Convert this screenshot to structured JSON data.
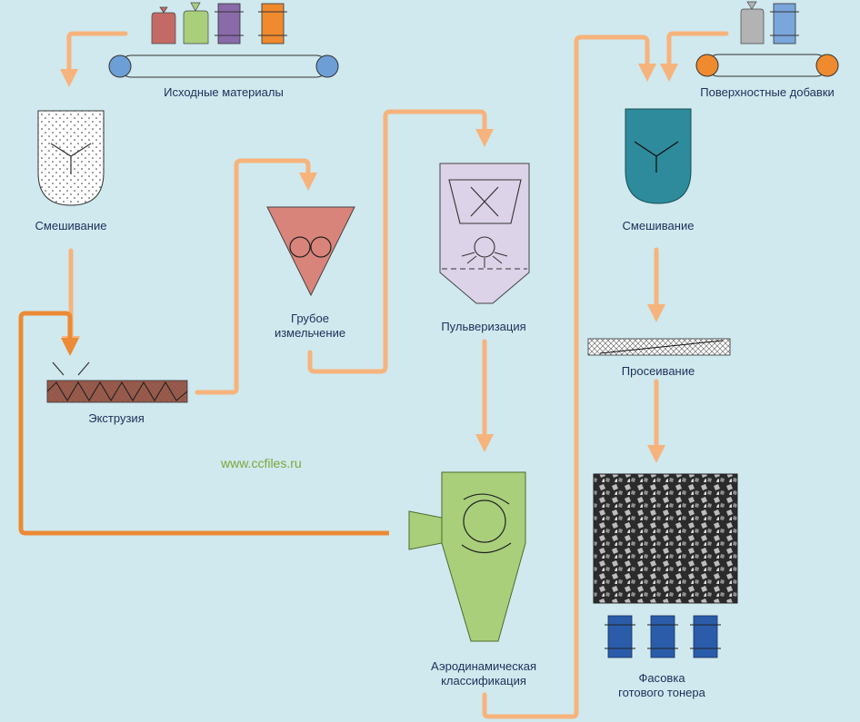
{
  "diagram": {
    "labels": {
      "raw_materials": "Исходные материалы",
      "surface_additives": "Поверхностные добавки",
      "mixing_1": "Смешивание",
      "mixing_2": "Смешивание",
      "extrusion": "Экструзия",
      "coarse_grinding": "Грубое\nизмельчение",
      "pulverization": "Пульверизация",
      "sieving": "Просеивание",
      "air_classification": "Аэродинамическая\nклассификация",
      "packaging": "Фасовка\nготового тонера"
    },
    "watermark": "www.ccfiles.ru"
  },
  "colors": {
    "background": "#cfe9ee",
    "flow_arrow": "#f7b37c",
    "recycle_arrow": "#ec8a35",
    "label_text": "#1f2f5a",
    "watermark_text": "#7aa83a",
    "mixer_1": "#ffffff",
    "mixer_2": "#2d8b9c",
    "grinder": "#d9847a",
    "pulverizer": "#dcd3e8",
    "classifier": "#a9cf7b",
    "extruder": "#9c5a4a",
    "toner_cartridge": "#2a5caa"
  }
}
